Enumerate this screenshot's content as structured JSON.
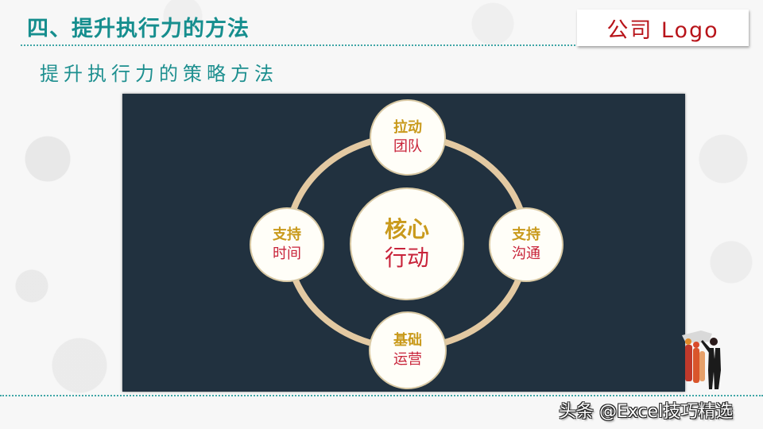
{
  "slide": {
    "title": "四、提升执行力的方法",
    "subtitle": "提升执行力的策略方法",
    "logo_text": "公司 Logo"
  },
  "diagram": {
    "center": {
      "line1": "核心",
      "line2": "行动"
    },
    "nodes": [
      {
        "position": "top",
        "line1": "拉动",
        "line2": "团队"
      },
      {
        "position": "left",
        "line1": "支持",
        "line2": "时间"
      },
      {
        "position": "right",
        "line1": "支持",
        "line2": "沟通"
      },
      {
        "position": "bottom",
        "line1": "基础",
        "line2": "运营"
      }
    ],
    "colors": {
      "panel_bg": "#21313f",
      "ring": "#e3c9a2",
      "node_fill": "#fffef8",
      "line1_text": "#c99a1c",
      "line2_text": "#c8233a"
    }
  },
  "colors": {
    "title": "#168e8e",
    "subtitle": "#1d8f8f",
    "logo_text": "#b8141a",
    "dotted_rule": "#3fa6a6"
  },
  "watermark": "头条 @Excel技巧精选"
}
